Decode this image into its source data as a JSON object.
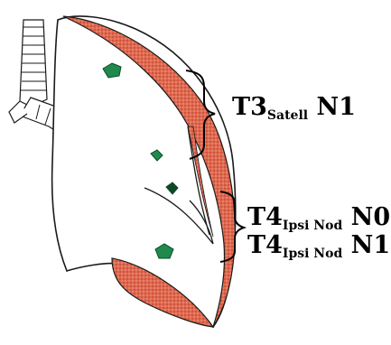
{
  "labels": {
    "t3_satell_n1": {
      "main": "T3",
      "sub": "Satell",
      "node": " N1"
    },
    "t4_ipsi_nod_n0": {
      "main": "T4",
      "sub": "Ipsi Nod",
      "node": " N0"
    },
    "t4_ipsi_nod_n1": {
      "main": "T4",
      "sub": "Ipsi Nod",
      "node": " N1"
    }
  },
  "colors": {
    "pleura": "#d9533a",
    "pleura_light": "#f0b09c",
    "nodule": "#1f8a4c",
    "nodule_dark": "#0c4a26",
    "outline": "#1a1a1a",
    "bracket": "#000000"
  },
  "icons": [
    "lung-outline-icon",
    "trachea-bronchus-icon",
    "tumor-nodule-icon",
    "bracket-icon"
  ]
}
